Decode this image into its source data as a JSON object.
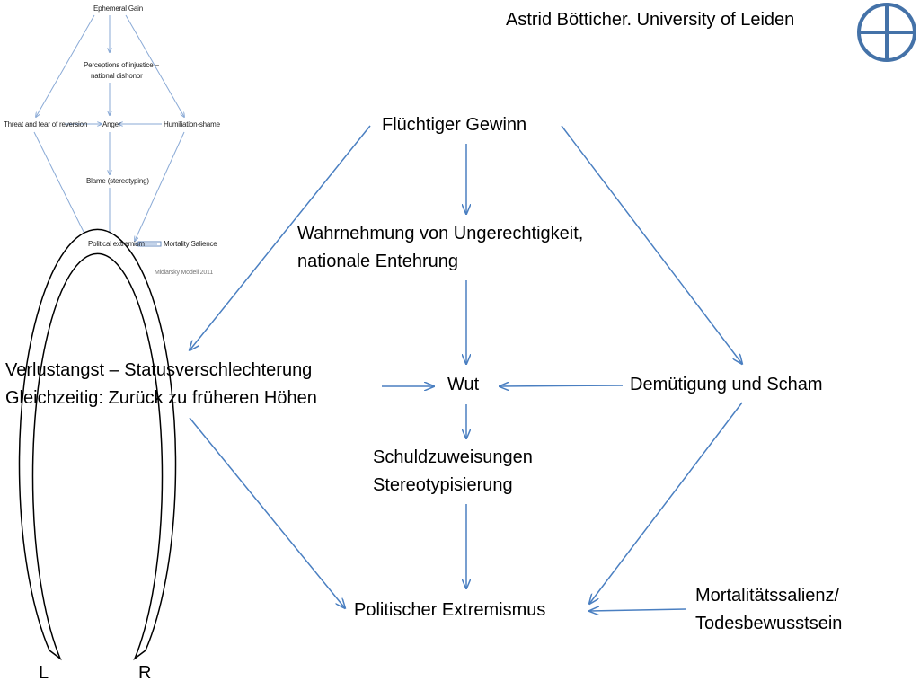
{
  "header": {
    "author_line": "Astrid Bötticher. University of Leiden"
  },
  "logo": {
    "icon": "circled-cross-icon",
    "color": "#4472a8"
  },
  "colors": {
    "arrow": "#4a7fc1",
    "inset_arrow": "#8aaad6",
    "text": "#000000"
  },
  "inset": {
    "ephemeral_gain": "Ephemeral Gain",
    "perceptions_line1": "Perceptions of injustice –",
    "perceptions_line2": "national dishonor",
    "threat": "Threat and fear of reversion",
    "anger": "Anger",
    "humiliation": "Humiliation-shame",
    "blame": "Blame (stereotyping)",
    "political_extremism": "Political extremism",
    "mortality": "Mortality Salience",
    "credit": "Midlarsky Modell 2011"
  },
  "diagram": {
    "gain": "Flüchtiger Gewinn",
    "perception_line1": "Wahrnehmung von Ungerechtigkeit,",
    "perception_line2": "nationale Entehrung",
    "fear_line1": "Verlustangst – Statusverschlechterung",
    "fear_line2": "Gleichzeitig: Zurück zu früheren Höhen",
    "anger": "Wut",
    "humiliation": "Demütigung und Scham",
    "blame_line1": "Schuldzuweisungen",
    "blame_line2": "Stereotypisierung",
    "extremism": "Politischer Extremismus",
    "mortality_line1": "Mortalitätssalienz/",
    "mortality_line2": "Todesbewusstsein"
  },
  "horseshoe": {
    "left_label": "L",
    "right_label": "R"
  }
}
